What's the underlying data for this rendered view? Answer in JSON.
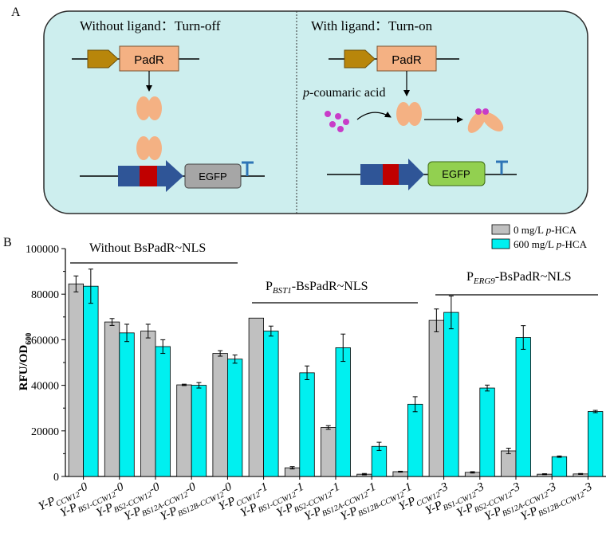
{
  "panel_a": {
    "label": "A",
    "left_title": "Without ligand：Turn-off",
    "right_title": "With ligand：Turn-on",
    "gene_label": "PadR",
    "reporter_label": "EGFP",
    "ligand_label_italic": "p",
    "ligand_label_rest": "-coumaric acid",
    "colors": {
      "box_bg": "#cdeeee",
      "padr_fill": "#f4b183",
      "promoter_arrow": "#b8860b",
      "cds_arrow": "#2f5597",
      "operator": "#c00000",
      "egfp_off": "#a6a6a6",
      "egfp_on": "#92d050",
      "terminator": "#2e75b6",
      "ligand": "#c83cc8"
    }
  },
  "panel_b": {
    "label": "B",
    "group_labels": [
      {
        "main": "Without BsPadR~NLS",
        "prefix": "",
        "sub": "",
        "suffix": ""
      },
      {
        "main": "",
        "prefix": "P",
        "sub": "BST1",
        "suffix": "-BsPadR~NLS"
      },
      {
        "main": "",
        "prefix": "P",
        "sub": "ERG9",
        "suffix": "-BsPadR~NLS"
      }
    ]
  },
  "chart_data": {
    "type": "bar",
    "ylabel_main": "RFU/OD",
    "ylabel_sub": "600",
    "ylim": [
      0,
      100000
    ],
    "yticks": [
      0,
      20000,
      40000,
      60000,
      80000,
      100000
    ],
    "ytick_labels": [
      "0",
      "20000",
      "40000",
      "60000",
      "80000",
      "100000"
    ],
    "legend_position": "top-right",
    "series": [
      {
        "name_plain": "0 mg/L ",
        "name_italic": "p",
        "name_rest": "-HCA",
        "color": "#c0c0c0",
        "values": [
          84500,
          67800,
          63800,
          40200,
          54000,
          69500,
          3800,
          21500,
          1000,
          2100,
          68500,
          1800,
          11200,
          1000,
          1100
        ],
        "errors": [
          3500,
          1500,
          3000,
          300,
          1200,
          0,
          500,
          800,
          300,
          200,
          5000,
          300,
          1200,
          200,
          200
        ]
      },
      {
        "name_plain": "600 mg/L ",
        "name_italic": "p",
        "name_rest": "-HCA",
        "color": "#00f0f0",
        "values": [
          83500,
          63000,
          57000,
          40000,
          51500,
          63800,
          45500,
          56500,
          13200,
          31700,
          72000,
          38800,
          61000,
          8700,
          28500
        ],
        "errors": [
          7500,
          3800,
          3000,
          1200,
          1800,
          2200,
          3000,
          6000,
          1800,
          3300,
          7200,
          1300,
          5200,
          300,
          500
        ]
      }
    ],
    "categories": [
      {
        "pre": "Y-P",
        "sub": "CCW12",
        "post": "-0"
      },
      {
        "pre": "Y-P",
        "sub": "BS1-CCW12",
        "post": "-0"
      },
      {
        "pre": "Y-P",
        "sub": "BS2-CCW12",
        "post": "-0"
      },
      {
        "pre": "Y-P",
        "sub": "BS12A-CCW12",
        "post": "-0"
      },
      {
        "pre": "Y-P",
        "sub": "BS12B-CCW12",
        "post": "-0"
      },
      {
        "pre": "Y-P",
        "sub": "CCW12",
        "post": "-1"
      },
      {
        "pre": "Y-P",
        "sub": "BS1-CCW12",
        "post": "-1"
      },
      {
        "pre": "Y-P",
        "sub": "BS2-CCW12",
        "post": "-1"
      },
      {
        "pre": "Y-P",
        "sub": "BS12A-CCW12",
        "post": "-1"
      },
      {
        "pre": "Y-P",
        "sub": "BS12B-CCW12",
        "post": "-1"
      },
      {
        "pre": "Y-P",
        "sub": "CCW12",
        "post": "-3"
      },
      {
        "pre": "Y-P",
        "sub": "BS1-CW12",
        "post": "-3"
      },
      {
        "pre": "Y-P",
        "sub": "BS2-CCW12",
        "post": "-3"
      },
      {
        "pre": "Y-P",
        "sub": "BS12A-CCW12",
        "post": "-3"
      },
      {
        "pre": "Y-P",
        "sub": "BS12B-CCW12",
        "post": "-3"
      }
    ]
  }
}
